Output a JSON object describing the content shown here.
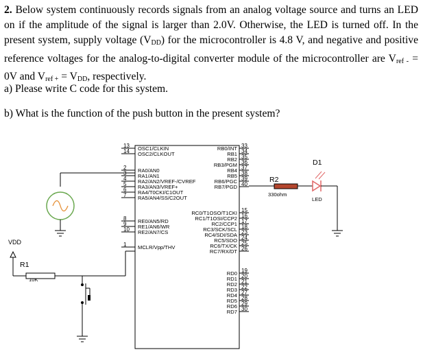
{
  "question": {
    "number": "2.",
    "text_1": " Below system continuously records signals from an analog voltage source and turns an LED on if the amplitude of the signal is larger than 2.0V. Otherwise, the LED is turned off. In the present system, supply voltage (V",
    "vdd_sub": "DD",
    "text_2": ") for the microcontroller is 4.8 V, and negative and positive reference voltages for the analog-to-digital converter module of the microcontroller are V",
    "vref_minus_sub": "ref -",
    "text_3": " = 0V and V",
    "vref_plus_sub": "ref +",
    "text_4": " = V",
    "vdd_sub_2": "DD",
    "text_5": ", respectively.",
    "part_a": "a) Please write C code for this system.",
    "part_b": "b) What is the function of the push button in the present system?"
  },
  "schematic": {
    "left_pins": [
      {
        "num": "13",
        "label": "OSC1/CLKIN"
      },
      {
        "num": "14",
        "label": "OSC2/CLKOUT"
      },
      {
        "num": "2",
        "label": "RA0/AN0"
      },
      {
        "num": "3",
        "label": "RA1/AN1"
      },
      {
        "num": "4",
        "label": "RA2/AN2/VREF-/CVREF"
      },
      {
        "num": "5",
        "label": "RA3/AN3/VREF+"
      },
      {
        "num": "6",
        "label": "RA4/T0CKI/C1OUT"
      },
      {
        "num": "7",
        "label": "RA5/AN4/SS/C2OUT"
      },
      {
        "num": "8",
        "label": "RE0/AN5/RD"
      },
      {
        "num": "9",
        "label": "RE1/AN6/WR"
      },
      {
        "num": "10",
        "label": "RE2/AN7/CS"
      },
      {
        "num": "1",
        "label": "MCLR/Vpp/THV"
      }
    ],
    "right_pins": [
      {
        "num": "33",
        "label": "RB0/INT"
      },
      {
        "num": "34",
        "label": "RB1"
      },
      {
        "num": "35",
        "label": "RB2"
      },
      {
        "num": "36",
        "label": "RB3/PGM"
      },
      {
        "num": "37",
        "label": "RB4"
      },
      {
        "num": "38",
        "label": "RB5"
      },
      {
        "num": "39",
        "label": "RB6/PGC"
      },
      {
        "num": "40",
        "label": "RB7/PGD"
      },
      {
        "num": "15",
        "label": "RC0/T1OSO/T1CKI"
      },
      {
        "num": "16",
        "label": "RC1/T1OSI/CCP2"
      },
      {
        "num": "17",
        "label": "RC2/CCP1"
      },
      {
        "num": "18",
        "label": "RC3/SCK/SCL"
      },
      {
        "num": "23",
        "label": "RC4/SDI/SDA"
      },
      {
        "num": "24",
        "label": "RC5/SDO"
      },
      {
        "num": "25",
        "label": "RC6/TX/CK"
      },
      {
        "num": "26",
        "label": "RC7/RX/DT"
      },
      {
        "num": "19",
        "label": "RD0"
      },
      {
        "num": "20",
        "label": "RD1"
      },
      {
        "num": "21",
        "label": "RD2"
      },
      {
        "num": "22",
        "label": "RD3"
      },
      {
        "num": "27",
        "label": "RD4"
      },
      {
        "num": "28",
        "label": "RD5"
      },
      {
        "num": "29",
        "label": "RD6"
      },
      {
        "num": "30",
        "label": "RD7"
      }
    ],
    "vdd_label": "VDD",
    "r1_name": "R1",
    "r1_value": "10K",
    "r2_name": "R2",
    "r2_value": "330ohm",
    "d1_name": "D1",
    "d1_value": "LED"
  }
}
